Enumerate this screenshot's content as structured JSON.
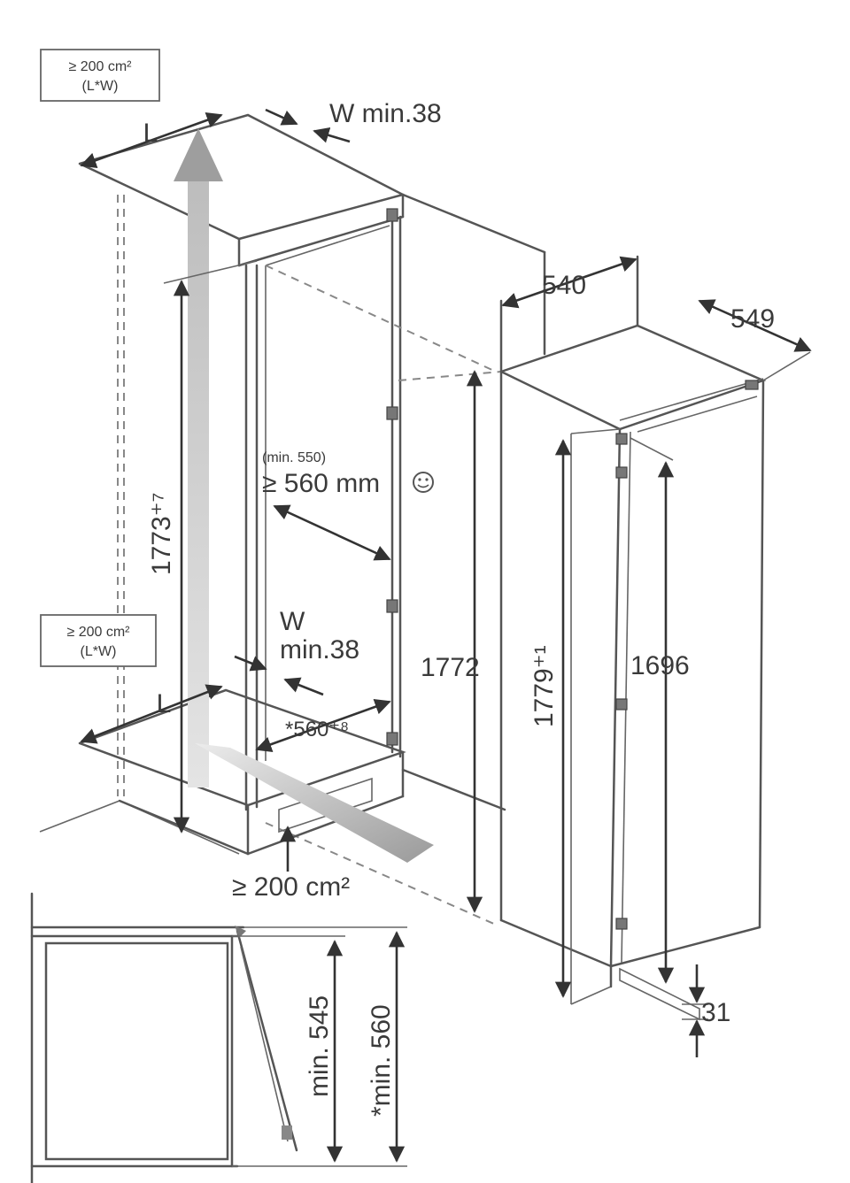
{
  "labels": {
    "vent_top_area": "≥ 200 cm²",
    "vent_top_formula": "(L*W)",
    "vent_mid_area": "≥ 200 cm²",
    "vent_mid_formula": "(L*W)",
    "top_L": "L",
    "top_W": "W min.38",
    "mid_L": "L",
    "mid_W_line1": "W",
    "mid_W_line2": "min.38",
    "niche_height": "1773⁺⁷",
    "depth_min": "(min. 550)",
    "depth_recommended": "≥ 560 mm",
    "niche_width": "*560⁺⁸",
    "bottom_vent": "≥ 200 cm²",
    "appliance_width": "540",
    "appliance_depth": "549",
    "appliance_height_back": "1772",
    "appliance_height_front": "1779⁺¹",
    "door_height": "1696",
    "foot_offset": "31",
    "section_depth_1": "min. 545",
    "section_depth_2": "*min. 560"
  }
}
